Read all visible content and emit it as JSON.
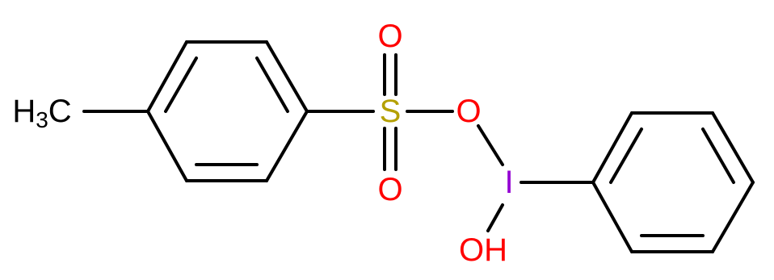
{
  "molecule": {
    "atoms": {
      "methyl": {
        "main": "H",
        "sub": "3",
        "tail": "C",
        "color": "#000000"
      },
      "sulfur": {
        "label": "S",
        "color": "#b4a000"
      },
      "oxygen_top": {
        "label": "O",
        "color": "#ff0000"
      },
      "oxygen_bottom": {
        "label": "O",
        "color": "#ff0000"
      },
      "oxygen_bridge": {
        "label": "O",
        "color": "#ff0000"
      },
      "iodine": {
        "label": "I",
        "color": "#9400d3"
      },
      "hydroxyl": {
        "label": "OH",
        "color": "#ff0000"
      }
    },
    "colors": {
      "bond": "#000000",
      "background": "#ffffff"
    }
  }
}
